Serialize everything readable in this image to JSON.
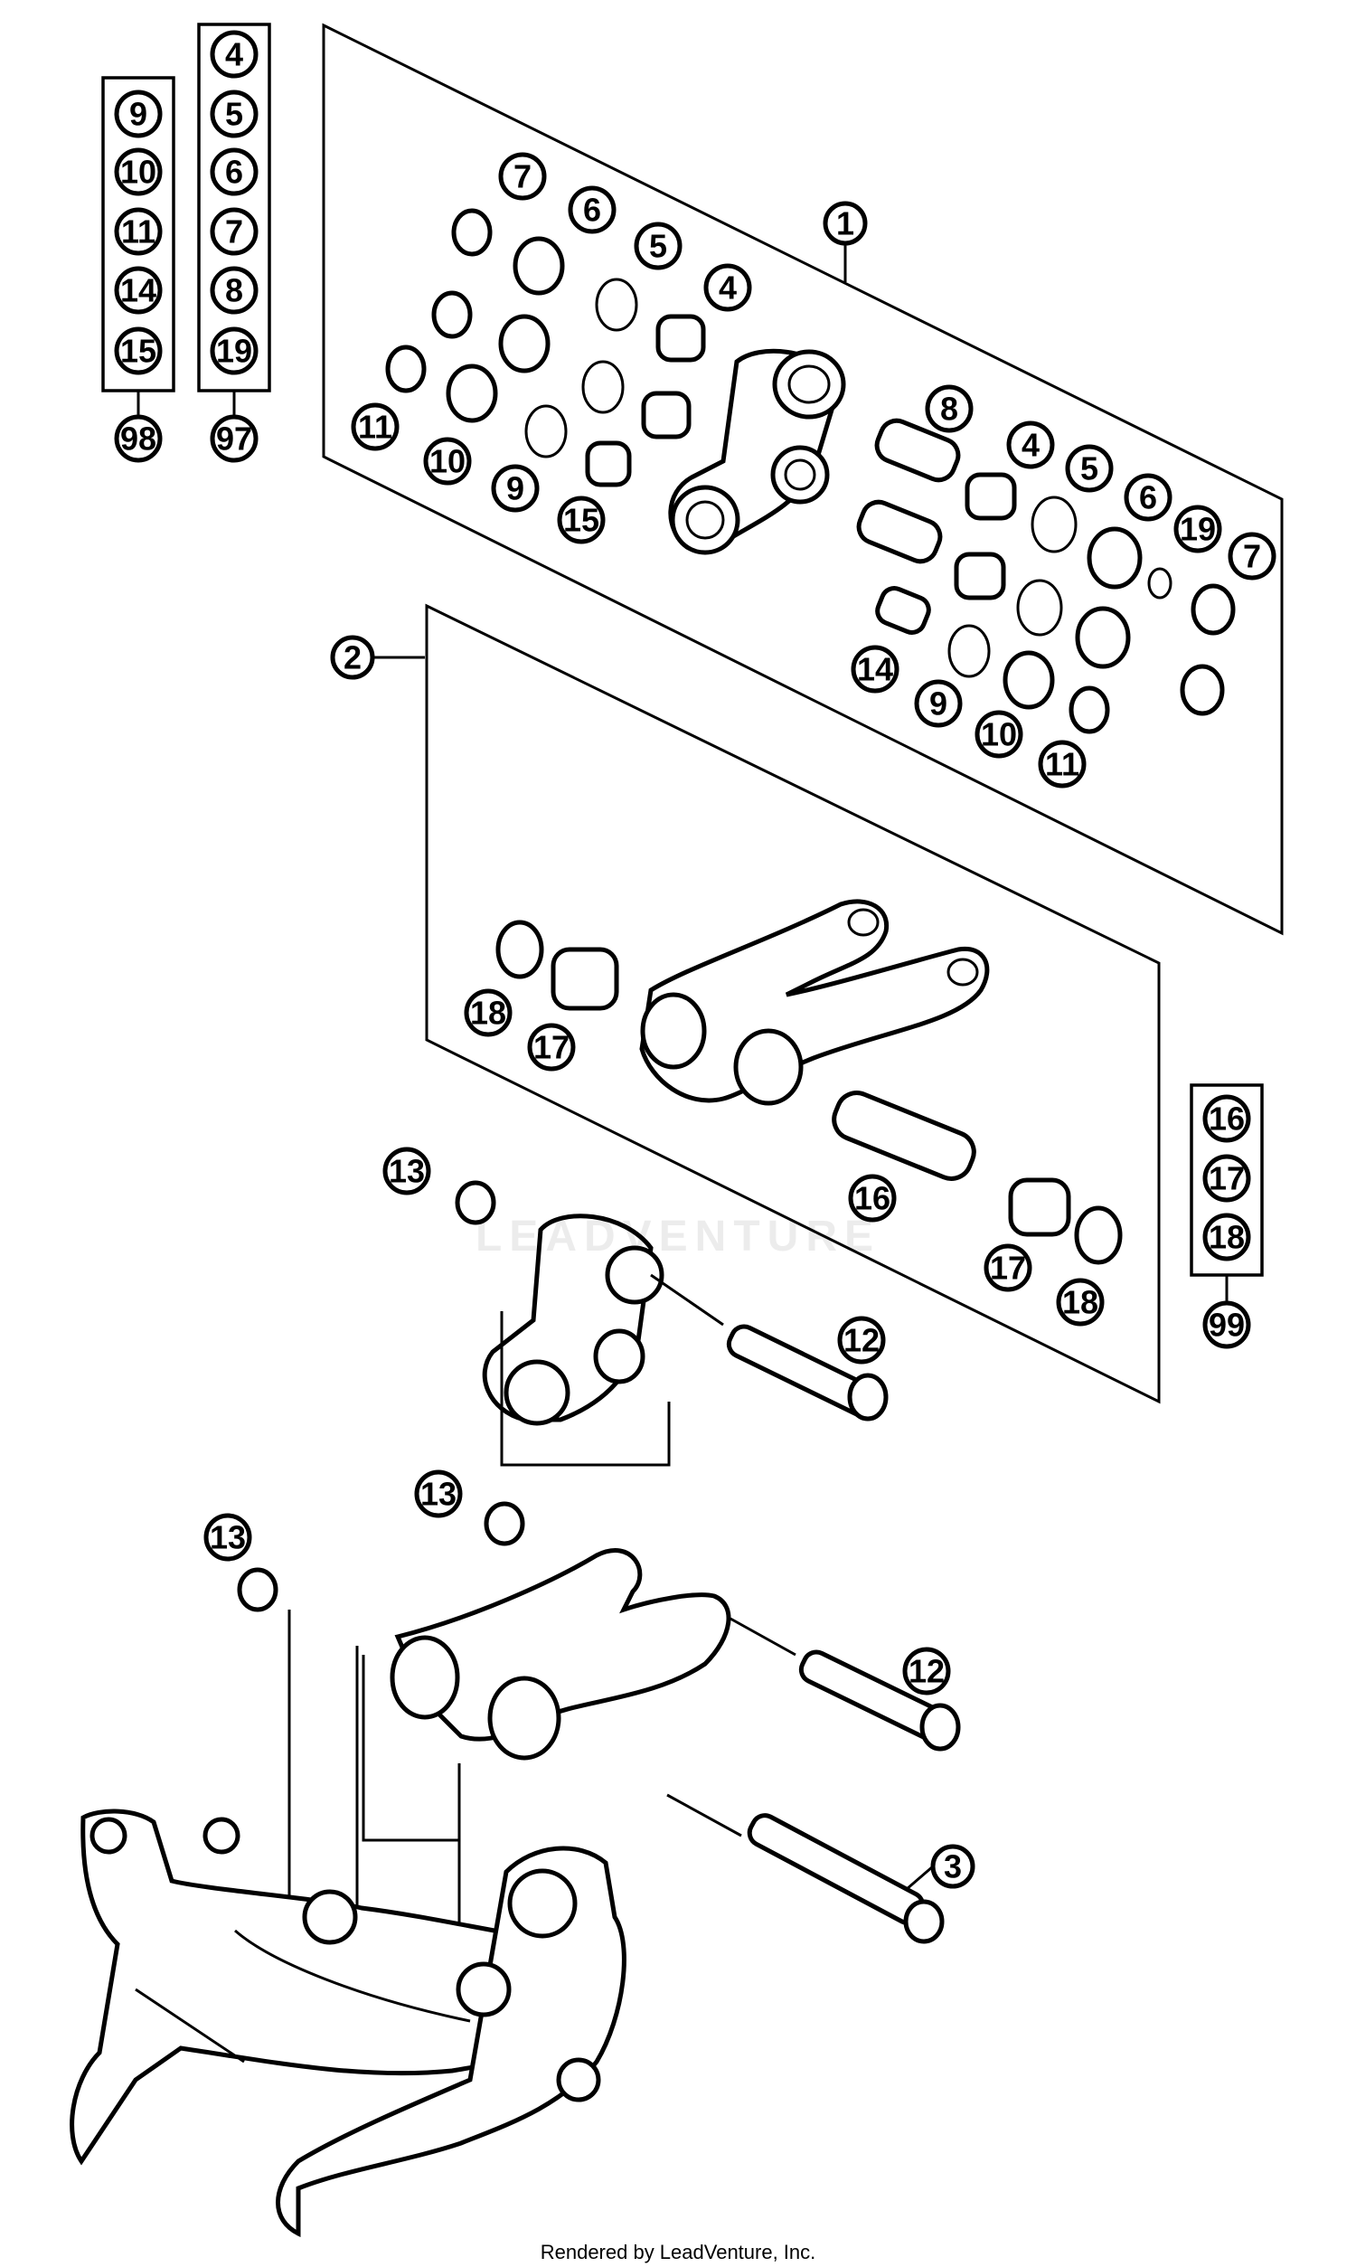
{
  "diagram": {
    "callouts": {
      "c1": "1",
      "c2": "2",
      "c3": "3",
      "p1_7a": "7",
      "p1_6a": "6",
      "p1_5a": "5",
      "p1_4a": "4",
      "p1_11a": "11",
      "p1_10a": "10",
      "p1_9a": "9",
      "p1_15": "15",
      "p1_8": "8",
      "p1_4b": "4",
      "p1_5b": "5",
      "p1_6b": "6",
      "p1_19": "19",
      "p1_7b": "7",
      "p1_14": "14",
      "p1_9b": "9",
      "p1_10b": "10",
      "p1_11b": "11",
      "p2_18a": "18",
      "p2_17a": "17",
      "p2_16": "16",
      "p2_17b": "17",
      "p2_18b": "18",
      "m_13a": "13",
      "m_12a": "12",
      "m_13b": "13",
      "m_13c": "13",
      "m_12b": "12"
    },
    "kits": {
      "k98": {
        "number": "98",
        "items": [
          "9",
          "10",
          "11",
          "14",
          "15"
        ]
      },
      "k97": {
        "number": "97",
        "items": [
          "4",
          "5",
          "6",
          "7",
          "8",
          "19"
        ]
      },
      "k99": {
        "number": "99",
        "items": [
          "16",
          "17",
          "18"
        ]
      }
    },
    "watermark": "LEADVENTURE",
    "credit": "Rendered by LeadVenture, Inc."
  }
}
